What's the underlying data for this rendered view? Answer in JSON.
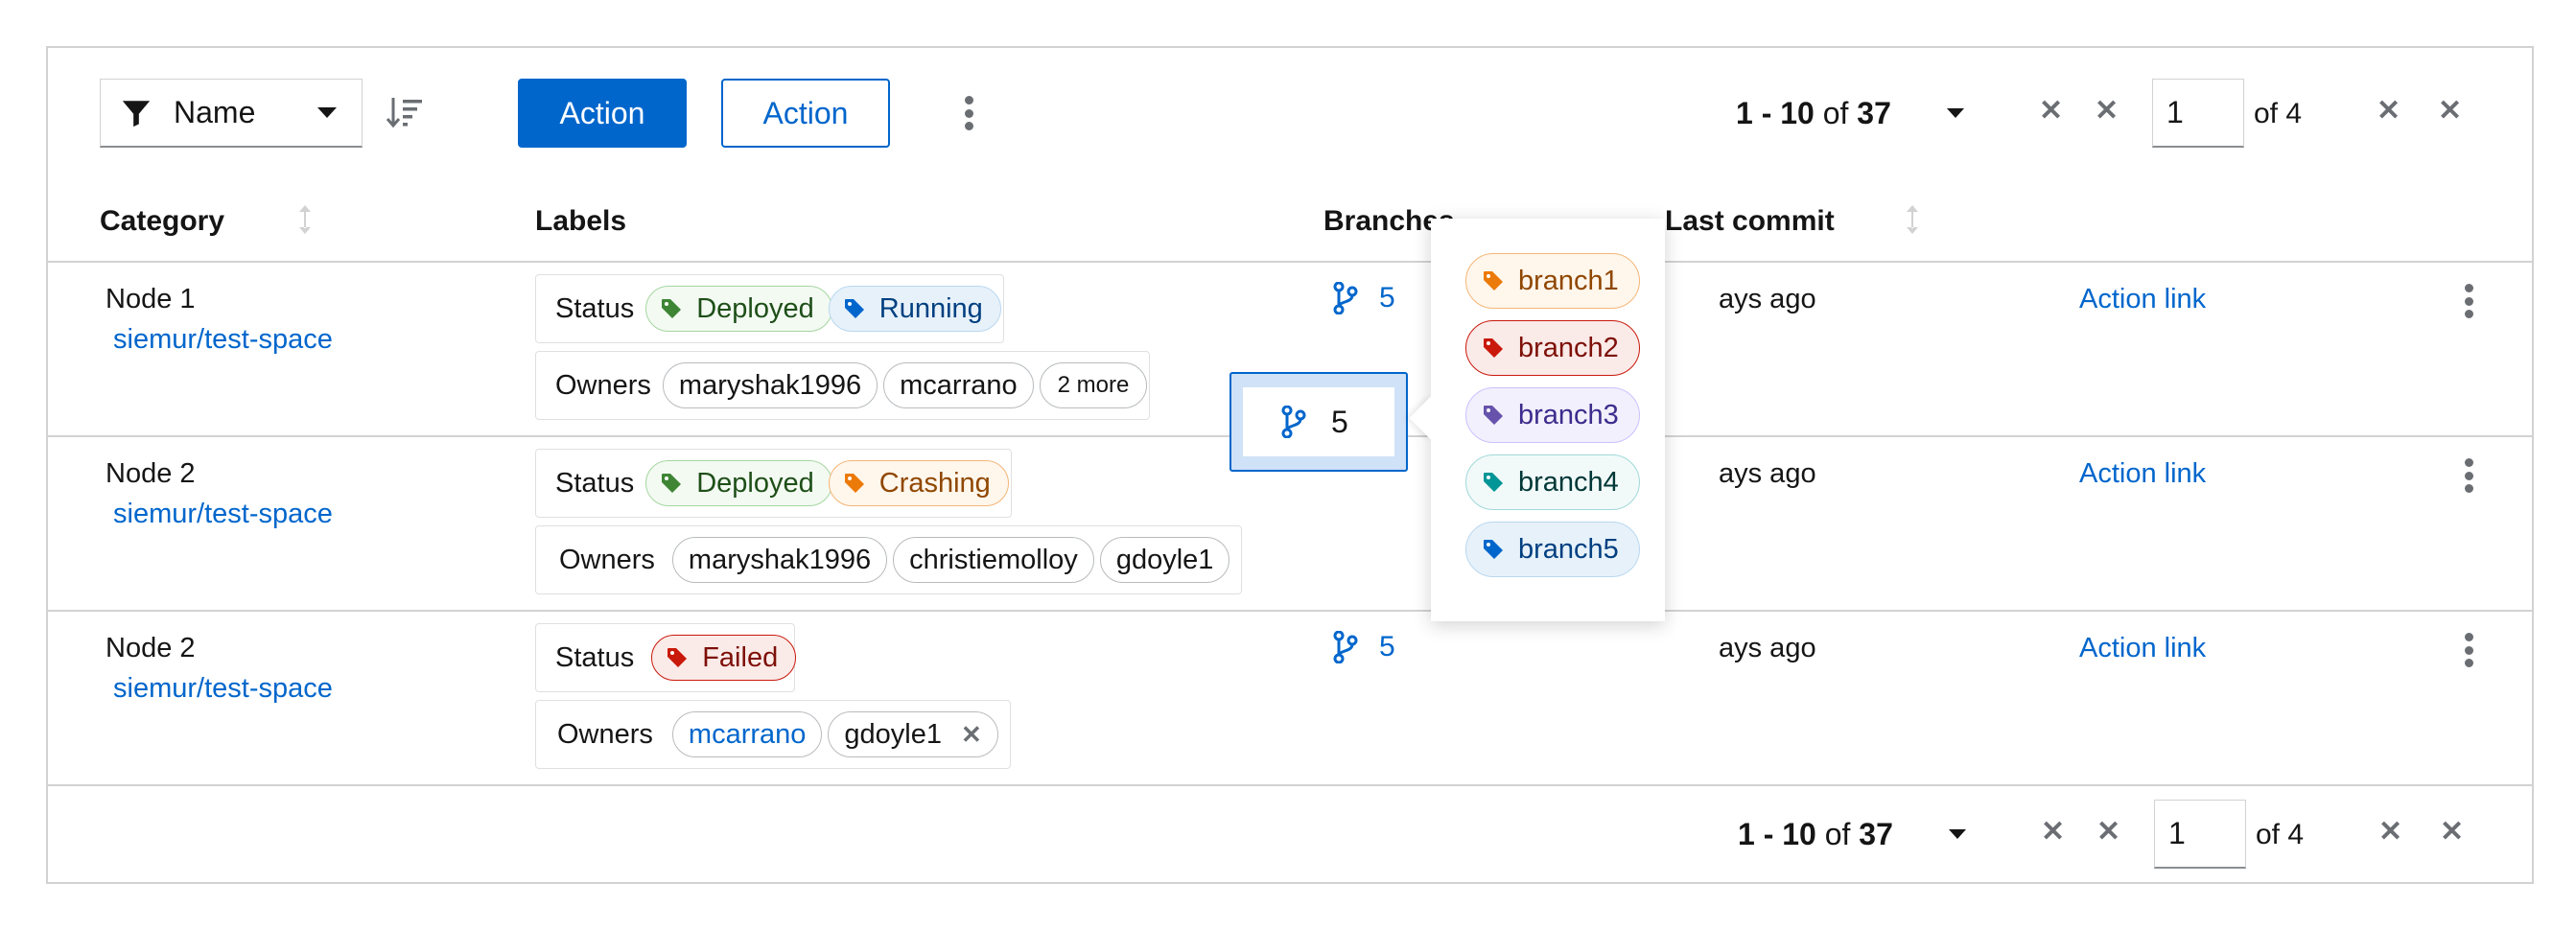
{
  "toolbar": {
    "filter_label": "Name",
    "primary_action": "Action",
    "secondary_action": "Action"
  },
  "pagination_top": {
    "range_bold": "1 - 10",
    "range_of": " of ",
    "total": "37",
    "page": "1",
    "of_pages": "of 4"
  },
  "pagination_bottom": {
    "range_bold": "1 - 10",
    "range_of": " of ",
    "total": "37",
    "page": "1",
    "of_pages": "of 4"
  },
  "columns": {
    "category": "Category",
    "labels": "Labels",
    "branches": "Branches",
    "last_commit": "Last commit"
  },
  "rows": [
    {
      "name": "Node 1",
      "repo": "siemur/test-space",
      "status_label": "Status",
      "owners_label": "Owners",
      "statuses": [
        "Deployed",
        "Running"
      ],
      "owners": [
        "maryshak1996",
        "mcarrano"
      ],
      "more": "2 more",
      "branches": "5",
      "last_commit": "ays ago",
      "action": "Action link"
    },
    {
      "name": "Node 2",
      "repo": "siemur/test-space",
      "status_label": "Status",
      "owners_label": "Owners",
      "statuses": [
        "Deployed",
        "Crashing"
      ],
      "owners": [
        "maryshak1996",
        "christiemolloy",
        "gdoyle1"
      ],
      "branches": "5",
      "last_commit": "ays ago",
      "action": "Action link"
    },
    {
      "name": "Node 2",
      "repo": "siemur/test-space",
      "status_label": "Status",
      "owners_label": "Owners",
      "statuses": [
        "Failed"
      ],
      "owners": [
        "mcarrano",
        "gdoyle1"
      ],
      "branches": "5",
      "last_commit": "ays ago",
      "action": "Action link"
    }
  ],
  "popover_branches": [
    "branch1",
    "branch2",
    "branch3",
    "branch4",
    "branch5"
  ],
  "colors": {
    "primary": "#0066cc",
    "border": "#d2d2d2",
    "green": "#3e8635",
    "blue": "#0066cc",
    "orange": "#ec7a08",
    "red": "#c9190b",
    "purple": "#6753ac",
    "cyan": "#009596"
  },
  "icons": {
    "filter": "filter-icon",
    "sort": "sort-amount-down-icon",
    "branch": "code-branch-icon",
    "tag": "tag-icon",
    "kebab": "ellipsis-v-icon",
    "close": "times-icon"
  }
}
